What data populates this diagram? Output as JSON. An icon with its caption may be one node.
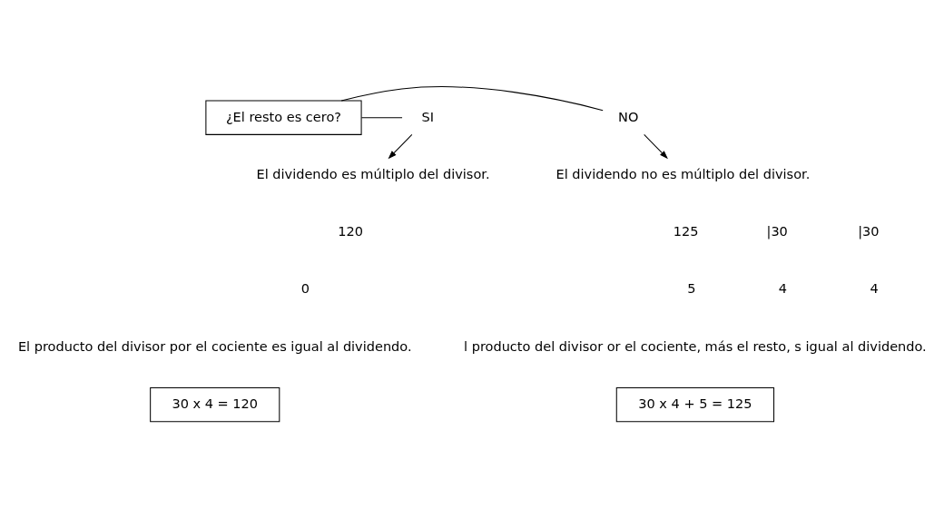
{
  "diagram": {
    "nodes": [
      {
        "text": [
          "NO"
        ]
      },
      {
        "text": [
          "¿El resto es cero?"
        ]
      },
      {
        "text": [
          "SI"
        ]
      },
      {
        "text": [
          "El dividendo no es múltiplo del divisor."
        ]
      },
      {
        "text": [
          "El dividendo es múltiplo del divisor."
        ]
      },
      {
        "text": [
          "30 x 4 + 5 = 125"
        ]
      },
      {
        "text": [
          "30 x 4 = 120"
        ]
      }
    ],
    "edges": [
      {
        "from": 1,
        "to": 0,
        "arrow": "none"
      },
      {
        "from": 1,
        "to": 2,
        "arrow": "none"
      },
      {
        "from": 0,
        "to": 3,
        "arrow": "to"
      },
      {
        "from": 2,
        "to": 4,
        "arrow": "to"
      }
    ],
    "labels": [
      "125",
      "|30",
      "5",
      "4",
      "120",
      "|30",
      "0",
      "4",
      "l producto del divisor or el cociente, más el resto, s igual al dividendo.",
      "El producto del divisor por el cociente es igual al dividendo."
    ]
  }
}
